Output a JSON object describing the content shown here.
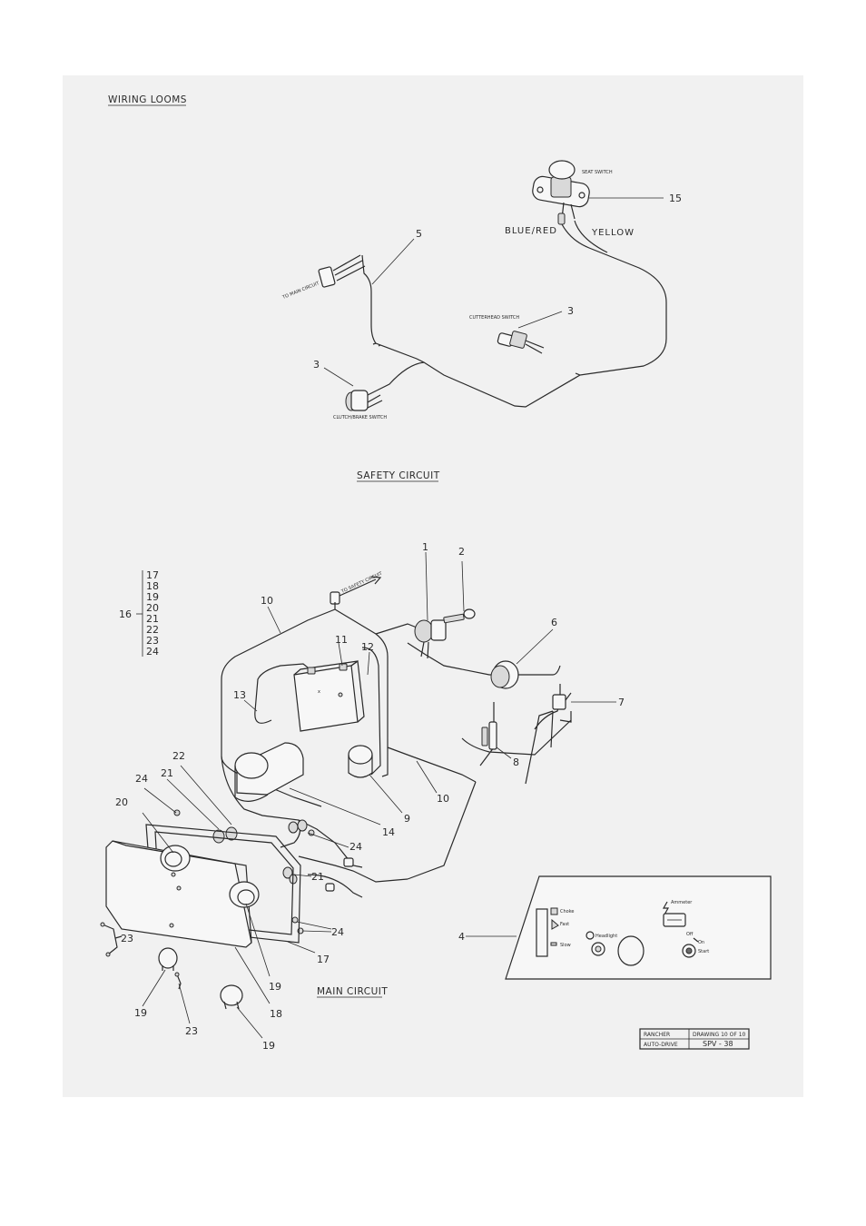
{
  "sheet_title": "WIRING LOOMS",
  "sections": {
    "safety": "SAFETY CIRCUIT",
    "main": "MAIN CIRCUIT"
  },
  "safety_circuit": {
    "seat_switch": "SEAT SWITCH",
    "cutterhead_switch": "CUTTERHEAD SWITCH",
    "clutch_brake_switch": "CLUTCH/BRAKE SWITCH",
    "to_main_circuit": "TO MAIN CIRCUIT",
    "wire_blue_red": "BLUE/RED",
    "wire_yellow": "YELLOW",
    "callouts": {
      "n15": "15",
      "n5": "5",
      "n3a": "3",
      "n3b": "3"
    }
  },
  "main_circuit": {
    "to_safety_circuit": "TO SAFETY CIRCUIT",
    "group_parent": "16",
    "group_items": [
      "17",
      "18",
      "19",
      "20",
      "21",
      "22",
      "23",
      "24"
    ],
    "callouts": {
      "n1": "1",
      "n2": "2",
      "n6": "6",
      "n7": "7",
      "n8": "8",
      "n9": "9",
      "n10a": "10",
      "n10b": "10",
      "n11": "11",
      "n12": "12",
      "n13": "13",
      "n14": "14",
      "n17": "17",
      "n18": "18",
      "n19a": "19",
      "n19b": "19",
      "n19c": "19",
      "n20": "20",
      "n21a": "21",
      "n21b": "21",
      "n22": "22",
      "n23a": "23",
      "n23b": "23",
      "n24a": "24",
      "n24b": "24",
      "n24c": "24",
      "n4": "4"
    }
  },
  "panel": {
    "ammeter": "Ammeter",
    "choke": "Choke",
    "fast": "Fast",
    "slow": "Slow",
    "headlight": "Headlight",
    "off": "Off",
    "on": "On",
    "start": "Start"
  },
  "title_block": {
    "r1c1": "RANCHER",
    "r1c2": "DRAWING 10 OF 10",
    "r2c1": "AUTO-DRIVE",
    "r2c2": "SPV - 38"
  }
}
